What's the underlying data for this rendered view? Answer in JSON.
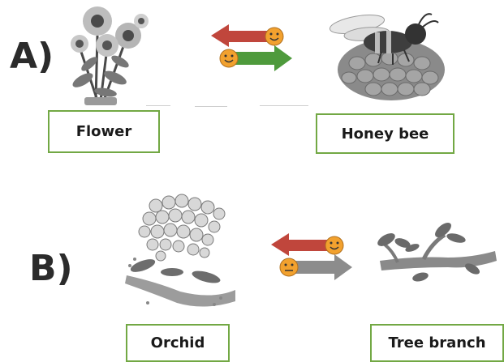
{
  "rows": [
    {
      "letter": "A)",
      "left_label": "Flower",
      "right_label": "Honey bee",
      "left_art": "sunflower-image",
      "right_art": "honey-bee-on-honeycomb-image",
      "arrow_faces": [
        "smiley",
        "smiley"
      ]
    },
    {
      "letter": "B)",
      "left_label": "Orchid",
      "right_label": "Tree branch",
      "left_art": "orchid-on-branch-image",
      "right_art": "tree-branch-image",
      "arrow_faces": [
        "smiley",
        "neutral-face"
      ]
    }
  ],
  "colors": {
    "caption_border": "#72a844",
    "arrow_red": "#c0463c",
    "arrow_green": "#4e9a3c",
    "arrow_grey": "#8c8c8c",
    "face_orange": "#f2a12e"
  }
}
